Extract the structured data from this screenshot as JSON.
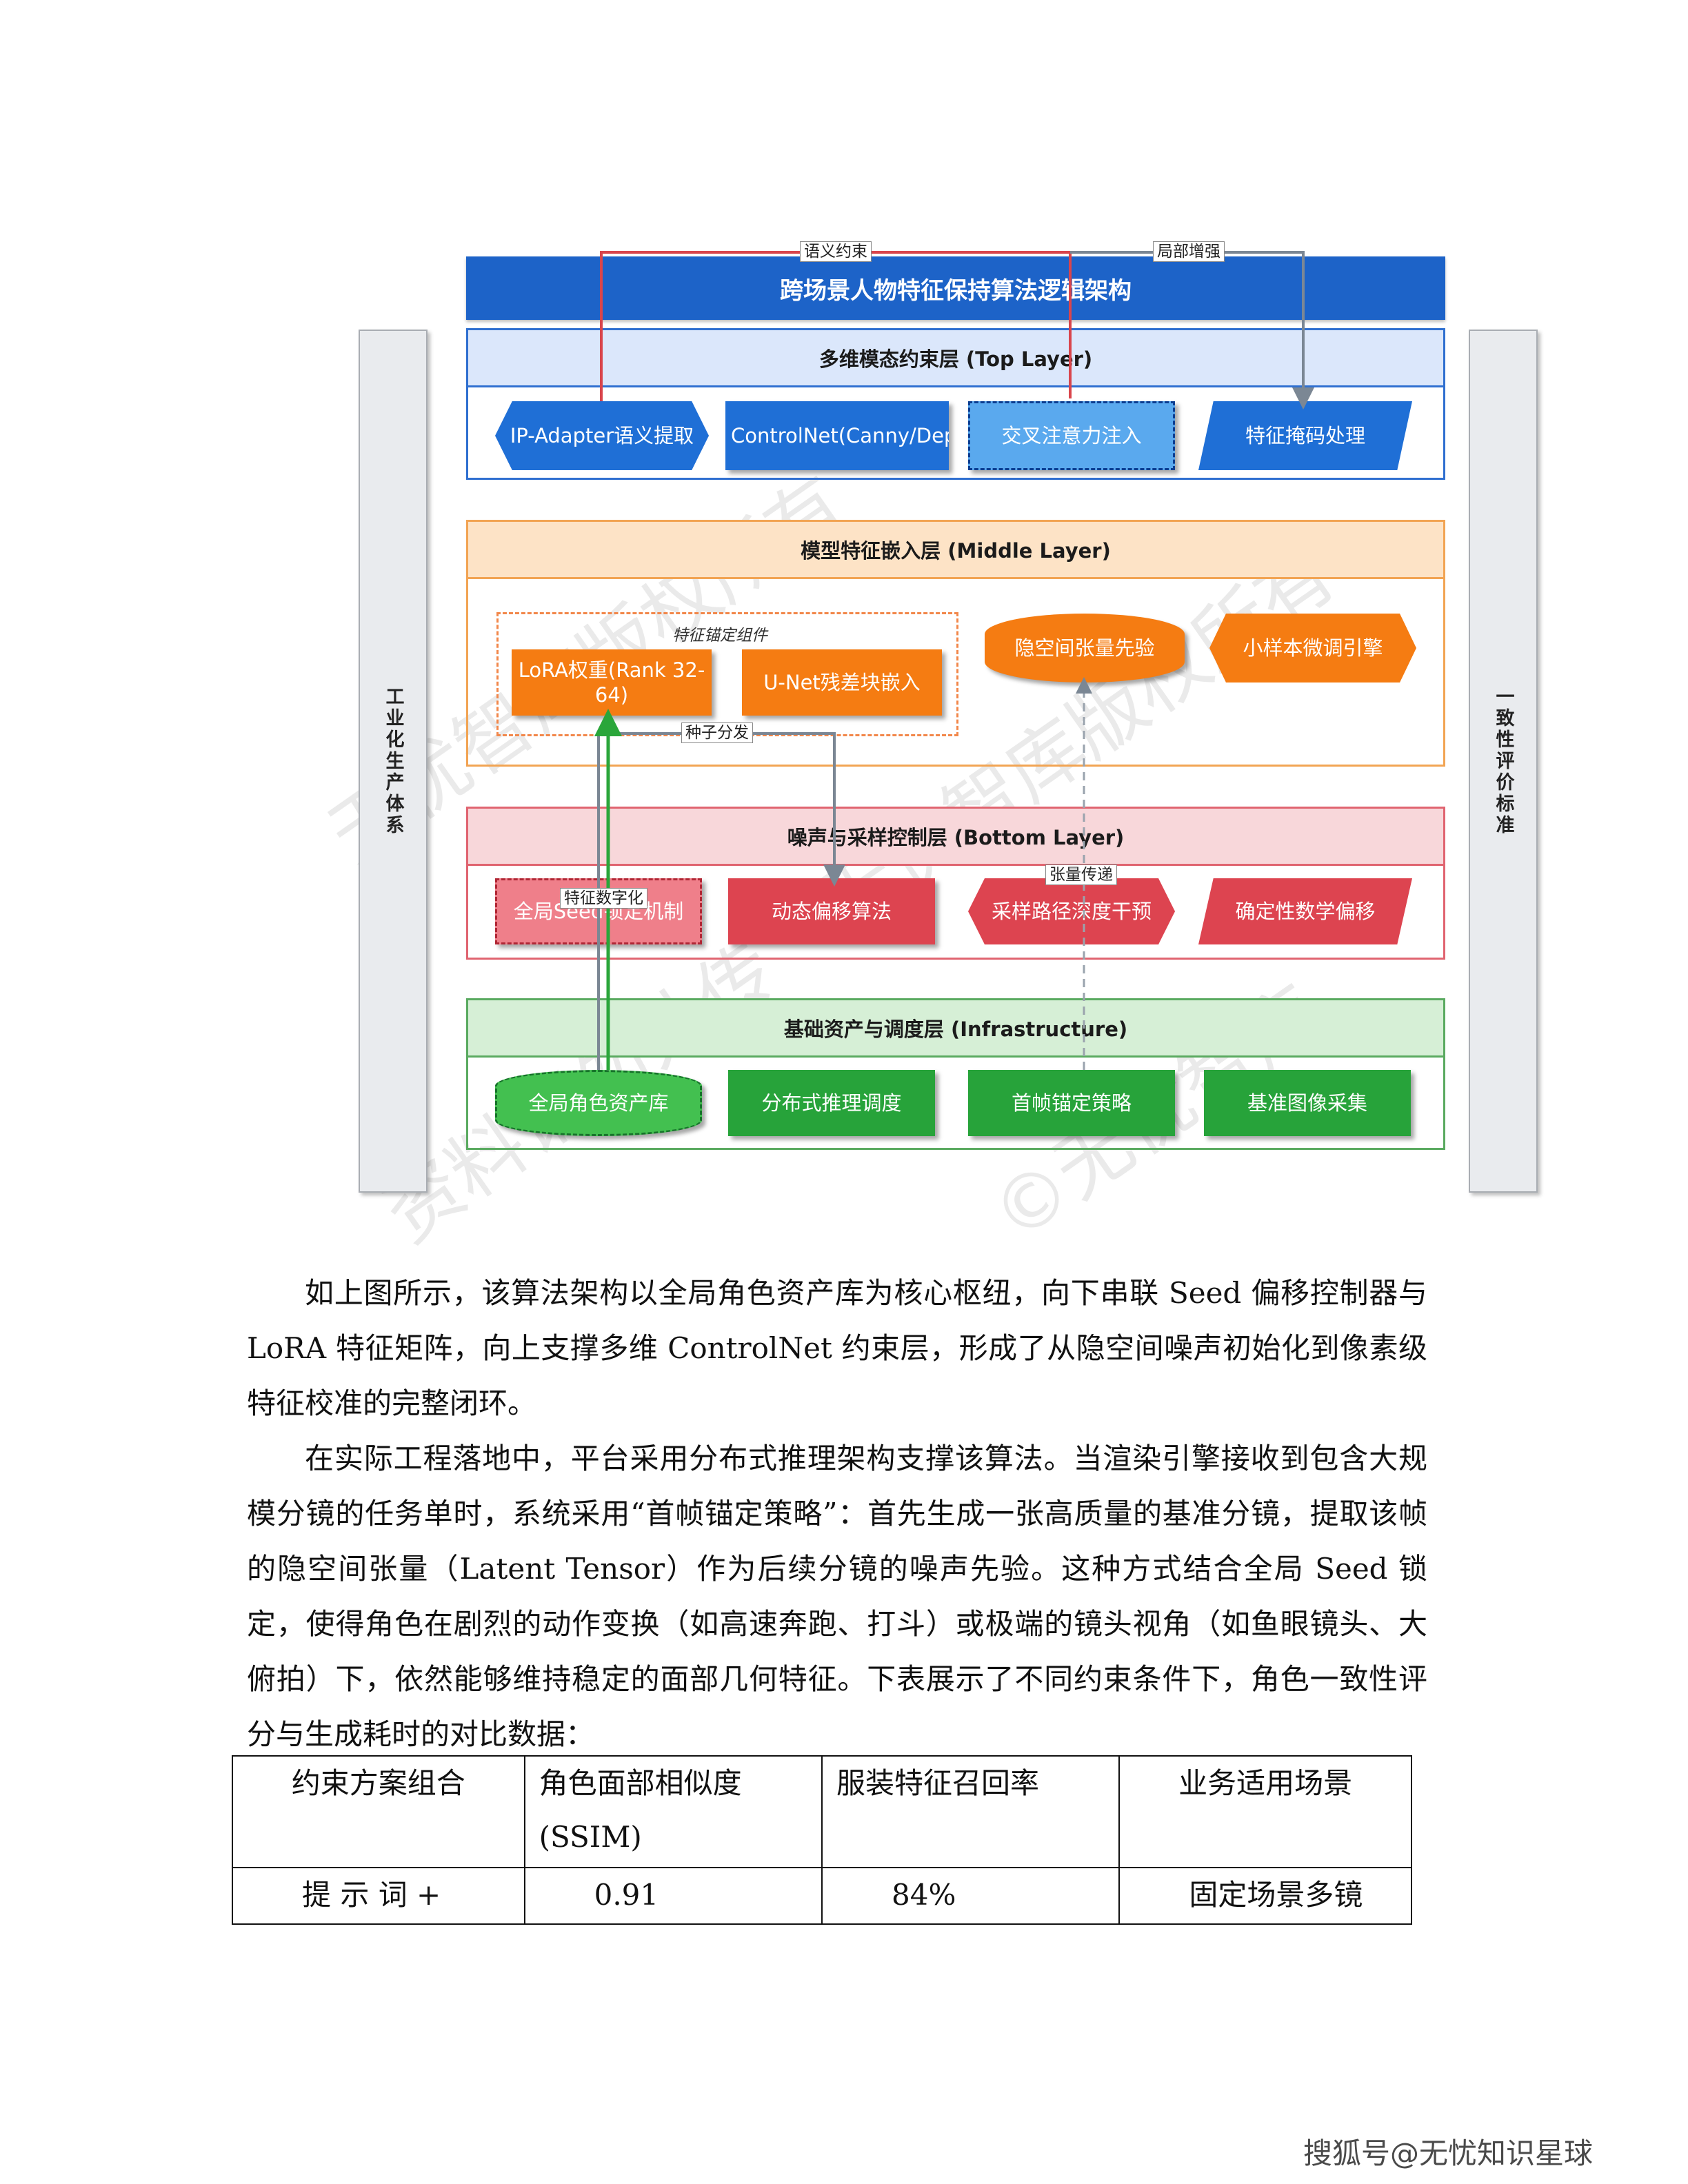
{
  "diagram": {
    "title": "跨场景人物特征保持算法逻辑架构",
    "left_bar": "工业化生产体系",
    "right_bar": "一致性评价标准",
    "top_edge_labels": [
      "语义约束",
      "局部增强"
    ],
    "top_layer": {
      "title": "多维模态约束层 (Top Layer)",
      "nodes": [
        "IP-Adapter语义提取",
        "ControlNet(Canny/Depth)",
        "交叉注意力注入",
        "特征掩码处理"
      ]
    },
    "middle_layer": {
      "title": "模型特征嵌入层 (Middle Layer)",
      "group_label": "特征锚定组件",
      "nodes": [
        "LoRA权重(Rank 32-64)",
        "U-Net残差块嵌入",
        "隐空间张量先验",
        "小样本微调引擎"
      ],
      "edge_label": "种子分发"
    },
    "bottom_layer": {
      "title": "噪声与采样控制层 (Bottom Layer)",
      "nodes": [
        "全局Seed锁定机制",
        "动态偏移算法",
        "采样路径深度干预",
        "确定性数学偏移"
      ],
      "edge_labels": [
        "特征数字化",
        "张量传递"
      ]
    },
    "infra_layer": {
      "title": "基础资产与调度层 (Infrastructure)",
      "nodes": [
        "全局角色资产库",
        "分布式推理调度",
        "首帧锚定策略",
        "基准图像采集"
      ]
    },
    "colors": {
      "banner": "#1d63c8",
      "top_border": "#2f6fd0",
      "top_head": "#dbe7fb",
      "top_node": "#1f6fd6",
      "top_node_light": "#5aa9ee",
      "mid_border": "#f2a453",
      "mid_head": "#fde3c6",
      "mid_node": "#f57c12",
      "bot_border": "#e06470",
      "bot_head": "#f8d7da",
      "bot_node": "#dd4450",
      "bot_node_light": "#ef7f8a",
      "inf_border": "#5aaa60",
      "inf_head": "#d6efd6",
      "inf_node": "#27a33a",
      "inf_node_light": "#43c050",
      "red_edge": "#d9454c",
      "green_edge": "#2aa63a",
      "gray_edge": "#7b8794"
    }
  },
  "paragraphs": [
    "如上图所示，该算法架构以全局角色资产库为核心枢纽，向下串联 Seed 偏移控制器与 LoRA 特征矩阵，向上支撑多维 ControlNet 约束层，形成了从隐空间噪声初始化到像素级特征校准的完整闭环。",
    "在实际工程落地中，平台采用分布式推理架构支撑该算法。当渲染引擎接收到包含大规模分镜的任务单时，系统采用“首帧锚定策略”：首先生成一张高质量的基准分镜，提取该帧的隐空间张量（Latent Tensor）作为后续分镜的噪声先验。这种方式结合全局 Seed 锁定，使得角色在剧烈的动作变换（如高速奔跑、打斗）或极端的镜头视角（如鱼眼镜头、大俯拍）下，依然能够维持稳定的面部几何特征。下表展示了不同约束条件下，角色一致性评分与生成耗时的对比数据："
  ],
  "table": {
    "headers": [
      "约束方案组合",
      "角色面部相似度 (SSIM)",
      "服装特征召回率",
      "业务适用场景"
    ],
    "rows": [
      [
        "提 示 词 +",
        "0.91",
        "84%",
        "固定场景多镜"
      ]
    ]
  },
  "watermarks": [
    "外传",
    "权所有",
    "内部资料",
    "请勿外传",
    "无忧智库版权所有",
    "©无忧智库",
    "资料请勿外传"
  ],
  "footer": "搜狐号@无忧知识星球"
}
